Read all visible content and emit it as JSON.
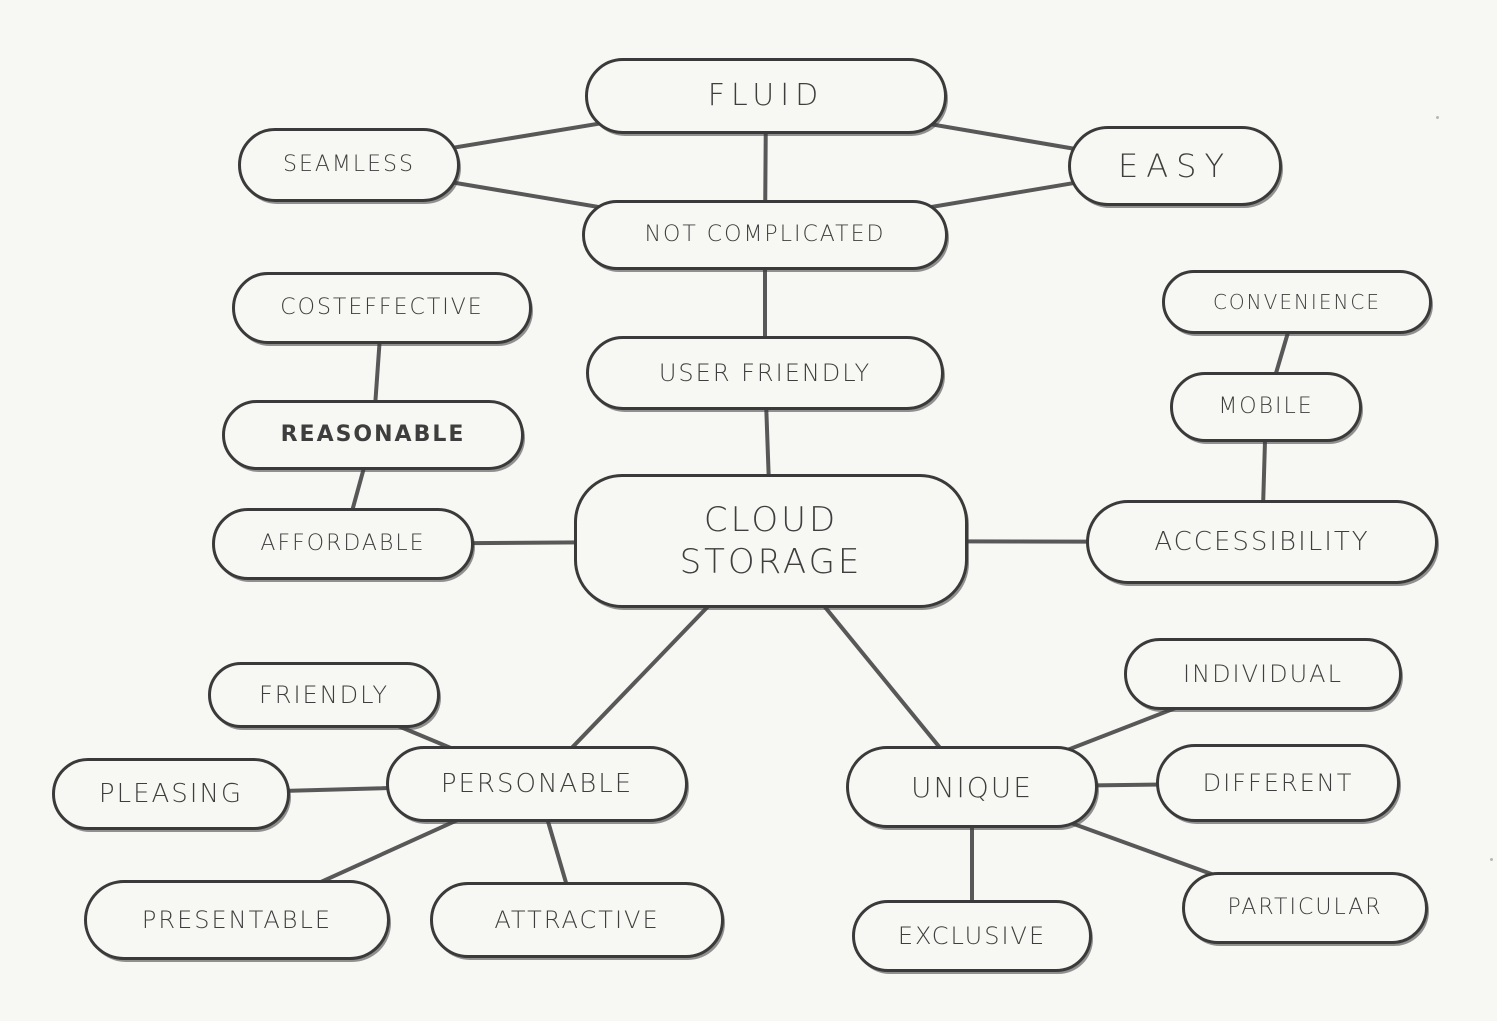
{
  "center": {
    "line1": "CLOUD",
    "line2": "STORAGE"
  },
  "nodes": {
    "fluid": "FLUID",
    "seamless": "SEAMLESS",
    "easy": "EASY",
    "not_complicated": "NOT COMPLICATED",
    "user_friendly": "USER FRIENDLY",
    "cost_effective": "COSTEFFECTIVE",
    "reasonable": "REASONABLE",
    "affordable": "AFFORDABLE",
    "convenience": "CONVENIENCE",
    "mobile": "MOBILE",
    "accessibility": "ACCESSIBILITY",
    "friendly": "FRIENDLY",
    "pleasing": "PLEASING",
    "personable": "PERSONABLE",
    "presentable": "PRESENTABLE",
    "attractive": "ATTRACTIVE",
    "individual": "INDIVIDUAL",
    "unique": "UNIQUE",
    "different": "DIFFERENT",
    "exclusive": "EXCLUSIVE",
    "particular": "PARTICULAR"
  },
  "connections": [
    [
      "fluid",
      "seamless"
    ],
    [
      "fluid",
      "easy"
    ],
    [
      "fluid",
      "not_complicated"
    ],
    [
      "seamless",
      "not_complicated"
    ],
    [
      "easy",
      "not_complicated"
    ],
    [
      "not_complicated",
      "user_friendly"
    ],
    [
      "user_friendly",
      "center"
    ],
    [
      "cost_effective",
      "reasonable"
    ],
    [
      "reasonable",
      "affordable"
    ],
    [
      "affordable",
      "center"
    ],
    [
      "convenience",
      "mobile"
    ],
    [
      "mobile",
      "accessibility"
    ],
    [
      "accessibility",
      "center"
    ],
    [
      "center",
      "personable"
    ],
    [
      "center",
      "unique"
    ],
    [
      "friendly",
      "personable"
    ],
    [
      "pleasing",
      "personable"
    ],
    [
      "presentable",
      "personable"
    ],
    [
      "attractive",
      "personable"
    ],
    [
      "unique",
      "individual"
    ],
    [
      "unique",
      "different"
    ],
    [
      "unique",
      "exclusive"
    ],
    [
      "unique",
      "particular"
    ]
  ],
  "colors": {
    "ink": "#3a3a3a",
    "paper": "#f7f7f3"
  }
}
